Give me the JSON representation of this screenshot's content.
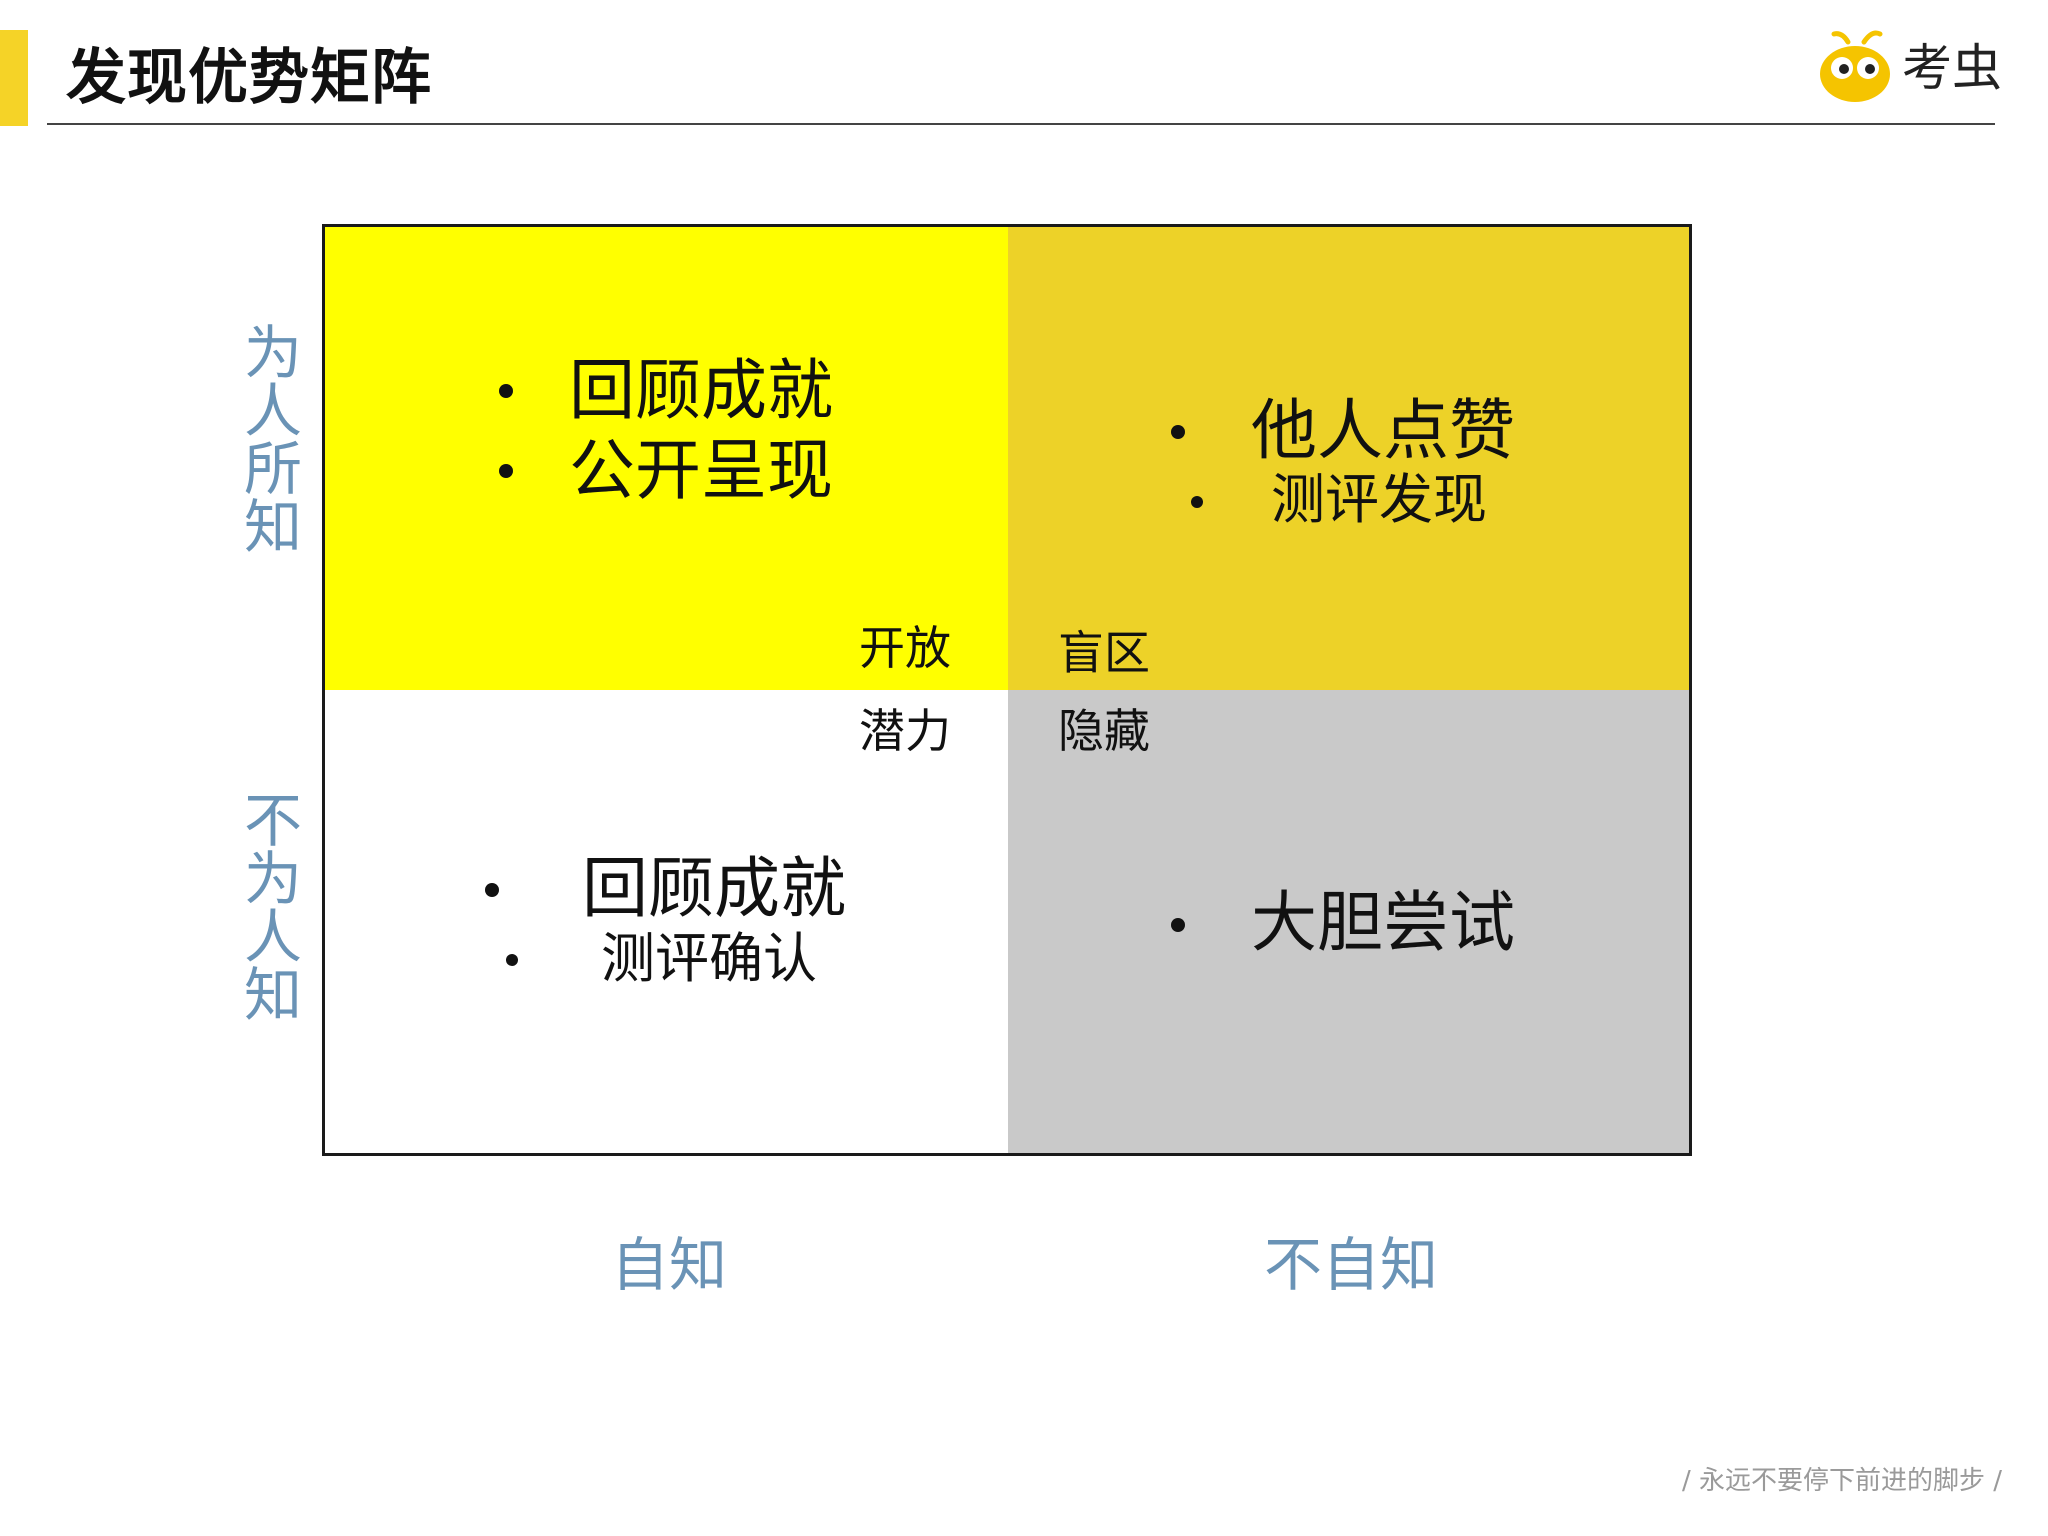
{
  "header": {
    "title": "发现优势矩阵",
    "logo_text": "考虫",
    "accent_color": "#f5d327"
  },
  "matrix": {
    "open": {
      "label": "开放",
      "color": "#ffff00",
      "items": [
        "回顾成就",
        "公开呈现"
      ]
    },
    "blind": {
      "label": "盲区",
      "color": "#edd228",
      "items": [
        "他人点赞",
        "测评发现"
      ]
    },
    "potential": {
      "label": "潜力",
      "color": "#ffffff",
      "items": [
        "回顾成就",
        "测评确认"
      ]
    },
    "hidden": {
      "label": "隐藏",
      "color": "#c9c9c9",
      "items": [
        "大胆尝试"
      ]
    }
  },
  "axes": {
    "top_row": "为人所知",
    "bottom_row": "不为人知",
    "left_col": "自知",
    "right_col": "不自知",
    "color": "#6a93b6"
  },
  "footer": {
    "slogan": "/ 永远不要停下前进的脚步 /"
  }
}
